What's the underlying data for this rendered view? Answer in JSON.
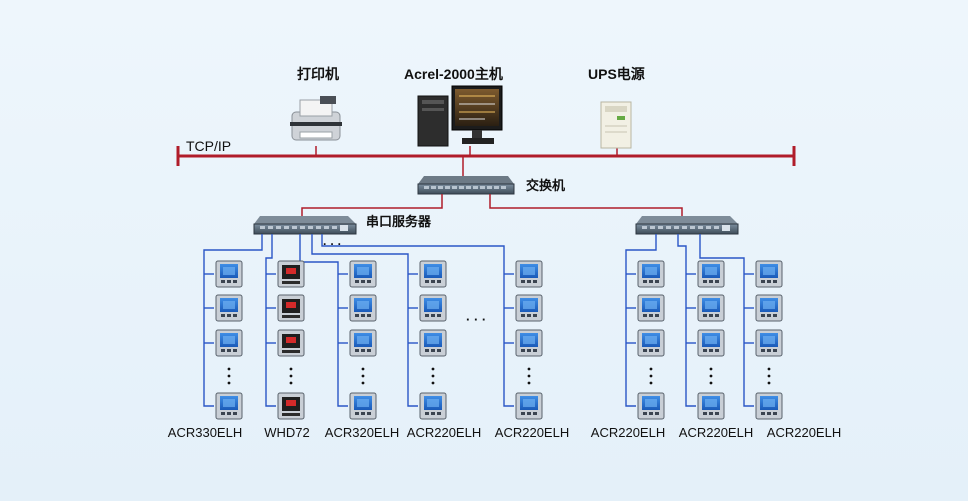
{
  "network": {
    "bus_label": "TCP/IP",
    "switch_label": "交换机",
    "serial_server_label": "串口服务器"
  },
  "top_devices": {
    "printer": "打印机",
    "host": "Acrel-2000主机",
    "ups": "UPS电源"
  },
  "columns": [
    {
      "label": "ACR330ELH",
      "meter": "acr"
    },
    {
      "label": "WHD72",
      "meter": "whd"
    },
    {
      "label": "ACR320ELH",
      "meter": "acr"
    },
    {
      "label": "ACR220ELH",
      "meter": "acr"
    },
    {
      "label": "ACR220ELH",
      "meter": "acr"
    },
    {
      "label": "ACR220ELH",
      "meter": "acr"
    },
    {
      "label": "ACR220ELH",
      "meter": "acr"
    },
    {
      "label": "ACR220ELH",
      "meter": "acr"
    }
  ],
  "ellipsis": {
    "dots": "· · ·",
    "gap_dots": "· · ·"
  },
  "colors": {
    "bus": "#b01c2a",
    "serial_line": "#2a56c6",
    "meter_face": "#1b63c4"
  }
}
